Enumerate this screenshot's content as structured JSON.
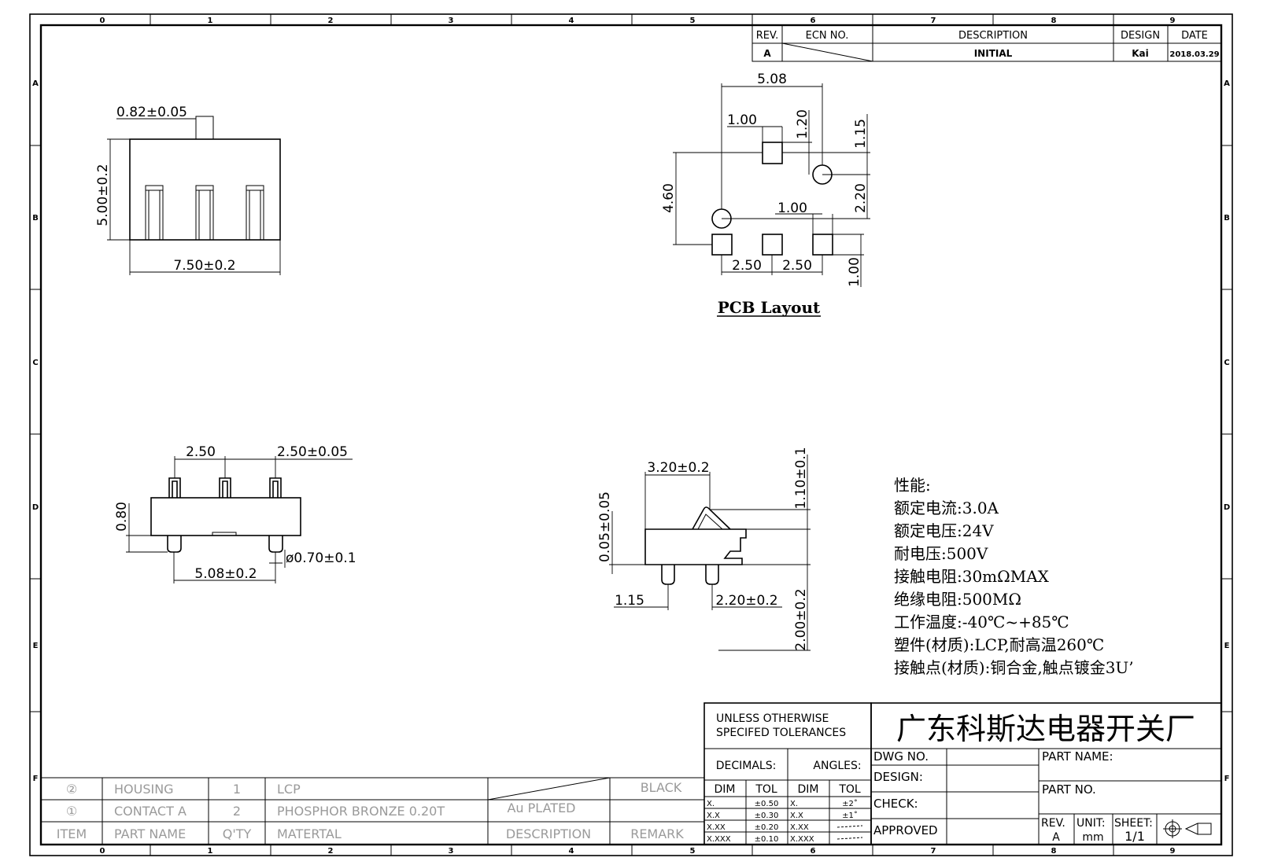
{
  "border": {
    "columns": [
      "0",
      "1",
      "2",
      "3",
      "4",
      "5",
      "6",
      "7",
      "8",
      "9"
    ],
    "rows": [
      "A",
      "B",
      "C",
      "D",
      "E",
      "F"
    ]
  },
  "revision_table": {
    "headers": {
      "rev": "REV.",
      "ecn": "ECN NO.",
      "description": "DESCRIPTION",
      "design": "DESIGN",
      "date": "DATE"
    },
    "row": {
      "rev": "A",
      "description": "INITIAL",
      "design": "Kai",
      "date": "2018.03.29"
    }
  },
  "views": {
    "top": {
      "pin_width": "0.82±0.05",
      "height": "5.00±0.2",
      "width": "7.50±0.2"
    },
    "pcb": {
      "title": "PCB Layout",
      "d_width": "5.08",
      "d_pad_top": "1.00",
      "d_120": "1.20",
      "d_115": "1.15",
      "d_460": "4.60",
      "d_220": "2.20",
      "d_pad_mid": "1.00",
      "d_pitch_left": "2.50",
      "d_pitch_right": "2.50",
      "d_pad_h": "1.00"
    },
    "front": {
      "pitch": "2.50",
      "pitch_tol": "2.50±0.05",
      "height": "0.80",
      "post_dia": "ø0.70±0.1",
      "post_span": "5.08±0.2"
    },
    "side": {
      "top": "3.20±0.2",
      "travel": "1.10±0.1",
      "gap": "0.05±0.05",
      "left": "1.15",
      "right": "2.20±0.2",
      "post_len": "2.00±0.2"
    }
  },
  "specs": {
    "title": "性能:",
    "lines": [
      "额定电流:3.0A",
      "额定电压:24V",
      "耐电压:500V",
      "接触电阻:30mΩMAX",
      "绝缘电阻:500MΩ",
      "工作温度:-40℃~+85℃",
      "塑件(材质):LCP,耐高温260℃",
      "接触点(材质):铜合金,触点镀金3U’"
    ]
  },
  "tolerance": {
    "title1": "UNLESS OTHERWISE",
    "title2": "SPECIFED TOLERANCES",
    "decimals": "DECIMALS:",
    "angles": "ANGLES:",
    "dim": "DIM",
    "tol": "TOL",
    "decimal_rows": [
      [
        "X.",
        "±0.50"
      ],
      [
        "X.X",
        "±0.30"
      ],
      [
        "X.XX",
        "±0.20"
      ],
      [
        "X.XXX",
        "±0.10"
      ]
    ],
    "angle_rows": [
      [
        "X.",
        "±2˚"
      ],
      [
        "X.X",
        "±1˚"
      ],
      [
        "X.XX",
        ""
      ],
      [
        "X.XXX",
        ""
      ]
    ]
  },
  "title_block": {
    "company": "广东科斯达电器开关厂",
    "dwg_no": "DWG NO.",
    "design": "DESIGN:",
    "check": "CHECK:",
    "approved": "APPROVED",
    "part_name": "PART NAME:",
    "part_no": "PART NO.",
    "rev_label": "REV.",
    "rev_value": "A",
    "unit_label": "UNIT:",
    "unit_value": "mm",
    "sheet_label": "SHEET:",
    "sheet_value": "1/1"
  },
  "bom": {
    "headers": {
      "item": "ITEM",
      "part": "PART NAME",
      "qty": "Q'TY",
      "material": "MATERTAL",
      "description": "DESCRIPTION",
      "remark": "REMARK"
    },
    "rows": [
      {
        "item": "②",
        "part": "HOUSING",
        "qty": "1",
        "material": "LCP",
        "description": "",
        "remark": "BLACK"
      },
      {
        "item": "①",
        "part": "CONTACT A",
        "qty": "2",
        "material": "PHOSPHOR BRONZE 0.20T",
        "description": "Au PLATED",
        "remark": ""
      }
    ]
  }
}
